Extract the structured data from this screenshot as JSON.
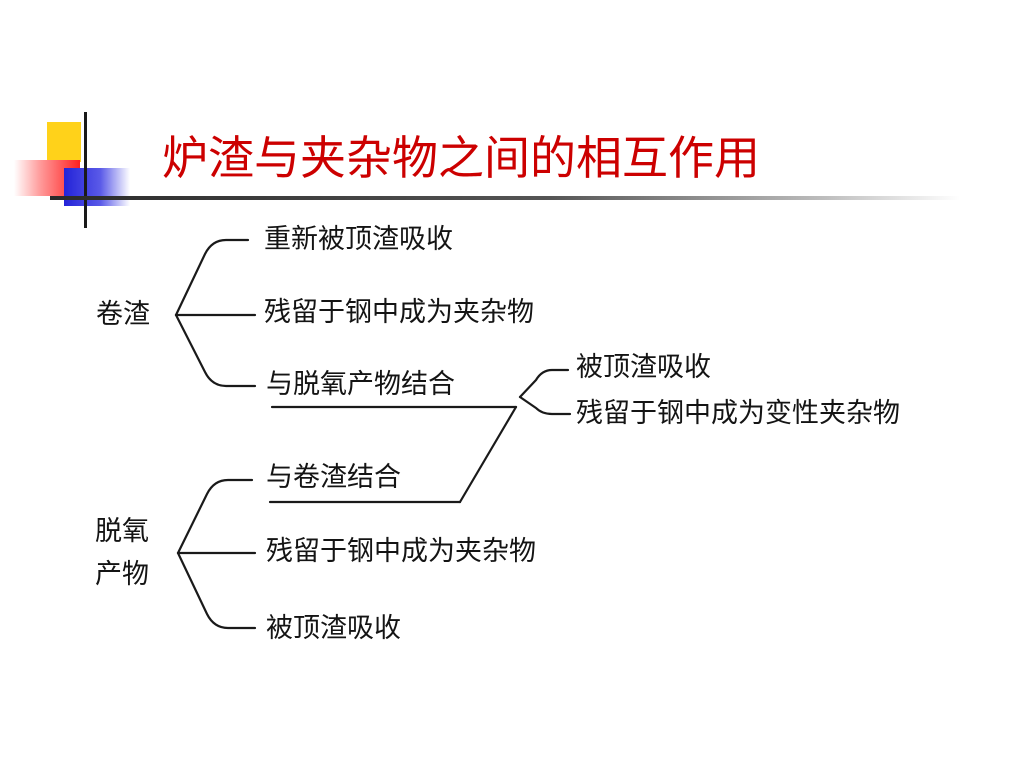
{
  "slide": {
    "title": "炉渣与夹杂物之间的相互作用"
  },
  "diagram": {
    "groups": [
      {
        "root": [
          "卷渣"
        ],
        "branches": [
          "重新被顶渣吸收",
          "残留于钢中成为夹杂物",
          "与脱氧产物结合"
        ]
      },
      {
        "root": [
          "脱氧",
          "产物"
        ],
        "branches": [
          "与卷渣结合",
          "残留于钢中成为夹杂物",
          "被顶渣吸收"
        ]
      }
    ],
    "combined": {
      "outcomes": [
        "被顶渣吸收",
        "残留于钢中成为变性夹杂物"
      ]
    }
  }
}
